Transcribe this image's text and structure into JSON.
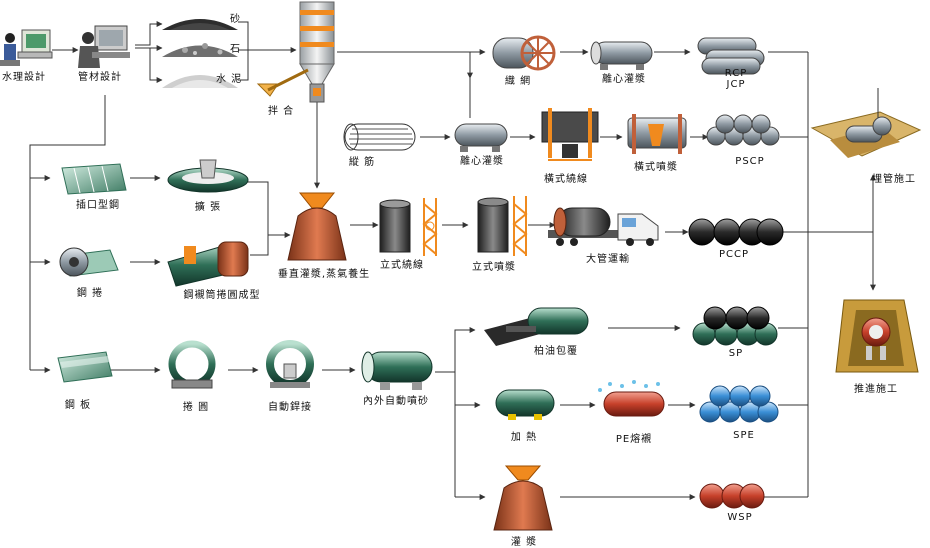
{
  "labels": {
    "water_design": "水理設計",
    "pipe_design": "管材設計",
    "sand": "砂",
    "stone": "石",
    "cement": "水 泥",
    "mixing": "拌 合",
    "weaving_mesh": "織 網",
    "centrifugal_1": "離心灌漿",
    "rcp_jcp": "RCP\nJCP",
    "longitudinal_bar": "縱 筋",
    "centrifugal_2": "離心灌漿",
    "horizontal_winding": "橫式繞線",
    "horizontal_spray": "橫式噴漿",
    "pscp": "PSCP",
    "spigot_steel": "插口型鋼",
    "expansion": "擴 張",
    "steel_coil": "鋼 捲",
    "cylinder_rolling": "鋼襯筒捲圓成型",
    "vertical_grout": "垂直灌漿,蒸氣養生",
    "vertical_winding": "立式繞線",
    "vertical_spray": "立式噴漿",
    "large_pipe_transport": "大管運輸",
    "pccp": "PCCP",
    "trench_laying": "埋管施工",
    "jacking": "推進施工",
    "asphalt_coating": "柏油包覆",
    "sp": "SP",
    "steel_plate": "鋼 板",
    "roll_round": "捲 圓",
    "auto_weld": "自動銲接",
    "sandblast": "內外自動噴砂",
    "heating": "加 熱",
    "pe_lining": "PE熔襯",
    "spe": "SPE",
    "grouting": "灌 漿",
    "wsp": "WSP"
  },
  "colors": {
    "line": "#333333",
    "steel": "#8f9aa3",
    "orange": "#f08a1e",
    "copper": "#c0603a",
    "green": "#2f6f57",
    "blue": "#3a8fd6",
    "red": "#c6402a",
    "black": "#2a2a2a",
    "sand_box": "#c8a86a"
  }
}
